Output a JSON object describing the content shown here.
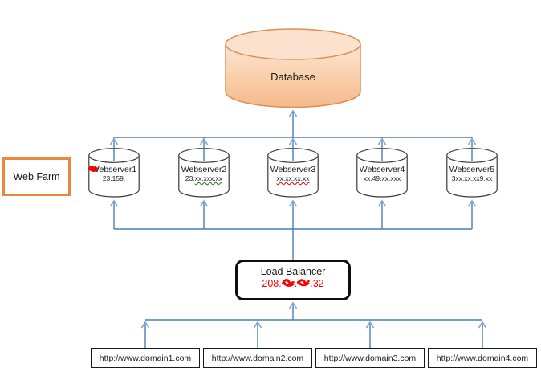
{
  "diagram": {
    "database": {
      "label": "Database"
    },
    "web_farm": {
      "label": "Web Farm"
    },
    "webservers": [
      {
        "name": "Webserver1",
        "ip_prefix": "23.",
        "ip_mid": "159.",
        "ip_note": "two octets redacted with red scribble"
      },
      {
        "name": "Webserver2",
        "ip_prefix": "23.",
        "ip_masked": "xx.xxx.xx",
        "underline": "green-wavy"
      },
      {
        "name": "Webserver3",
        "ip_masked": "xx.xx.xx.xx",
        "underline": "red-wavy"
      },
      {
        "name": "Webserver4",
        "ip": "xx.49.xx.xxx"
      },
      {
        "name": "Webserver5",
        "ip": "3xx.xx.xx9.xx"
      }
    ],
    "load_balancer": {
      "label": "Load Balancer",
      "ip_prefix": "208.",
      "ip_mid": ".",
      "ip_suffix": ".32",
      "ip_note": "middle octets redacted with red scribble"
    },
    "domains": [
      {
        "url": "http://www.domain1.com"
      },
      {
        "url": "http://www.domain2.com"
      },
      {
        "url": "http://www.domain3.com"
      },
      {
        "url": "http://www.domain4.com"
      }
    ],
    "colors": {
      "connector_line": "#4A7EB5",
      "arrowhead": "#8AA9D6",
      "database_fill_top": "#FCE5D4",
      "database_fill_bottom": "#F5B98C",
      "database_stroke": "#DE8F52",
      "web_farm_border": "#E8893C",
      "redaction_red": "#FF0000",
      "shape_stroke": "#3a3a3a"
    }
  }
}
